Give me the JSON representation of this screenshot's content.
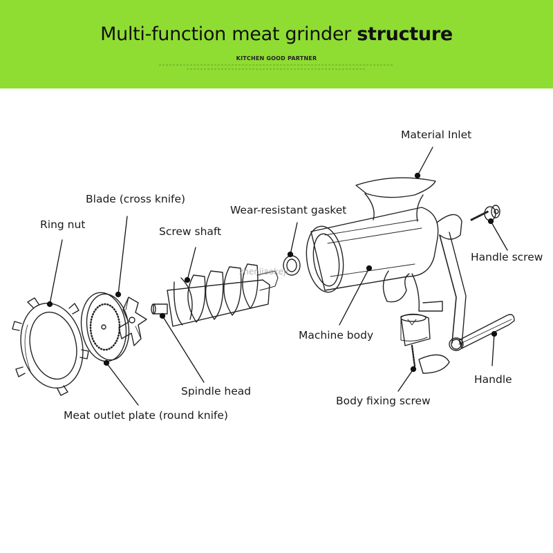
{
  "header": {
    "title_regular": "Multi-function meat grinder ",
    "title_bold": "structure",
    "subtitle": "KITCHEN GOOD PARTNER"
  },
  "labels": {
    "material_inlet": "Material Inlet",
    "blade": "Blade (cross knife)",
    "gasket": "Wear-resistant gasket",
    "ring_nut": "Ring nut",
    "screw_shaft": "Screw shaft",
    "handle_screw": "Handle screw",
    "machine_body": "Machine body",
    "handle": "Handle",
    "spindle_head": "Spindle head",
    "body_fixing_screw": "Body fixing screw",
    "outlet_plate": "Meat outlet plate (round knife)"
  },
  "watermark": "zhenjiaokeji",
  "colors": {
    "banner": "#8fdd33",
    "line": "#222222"
  }
}
